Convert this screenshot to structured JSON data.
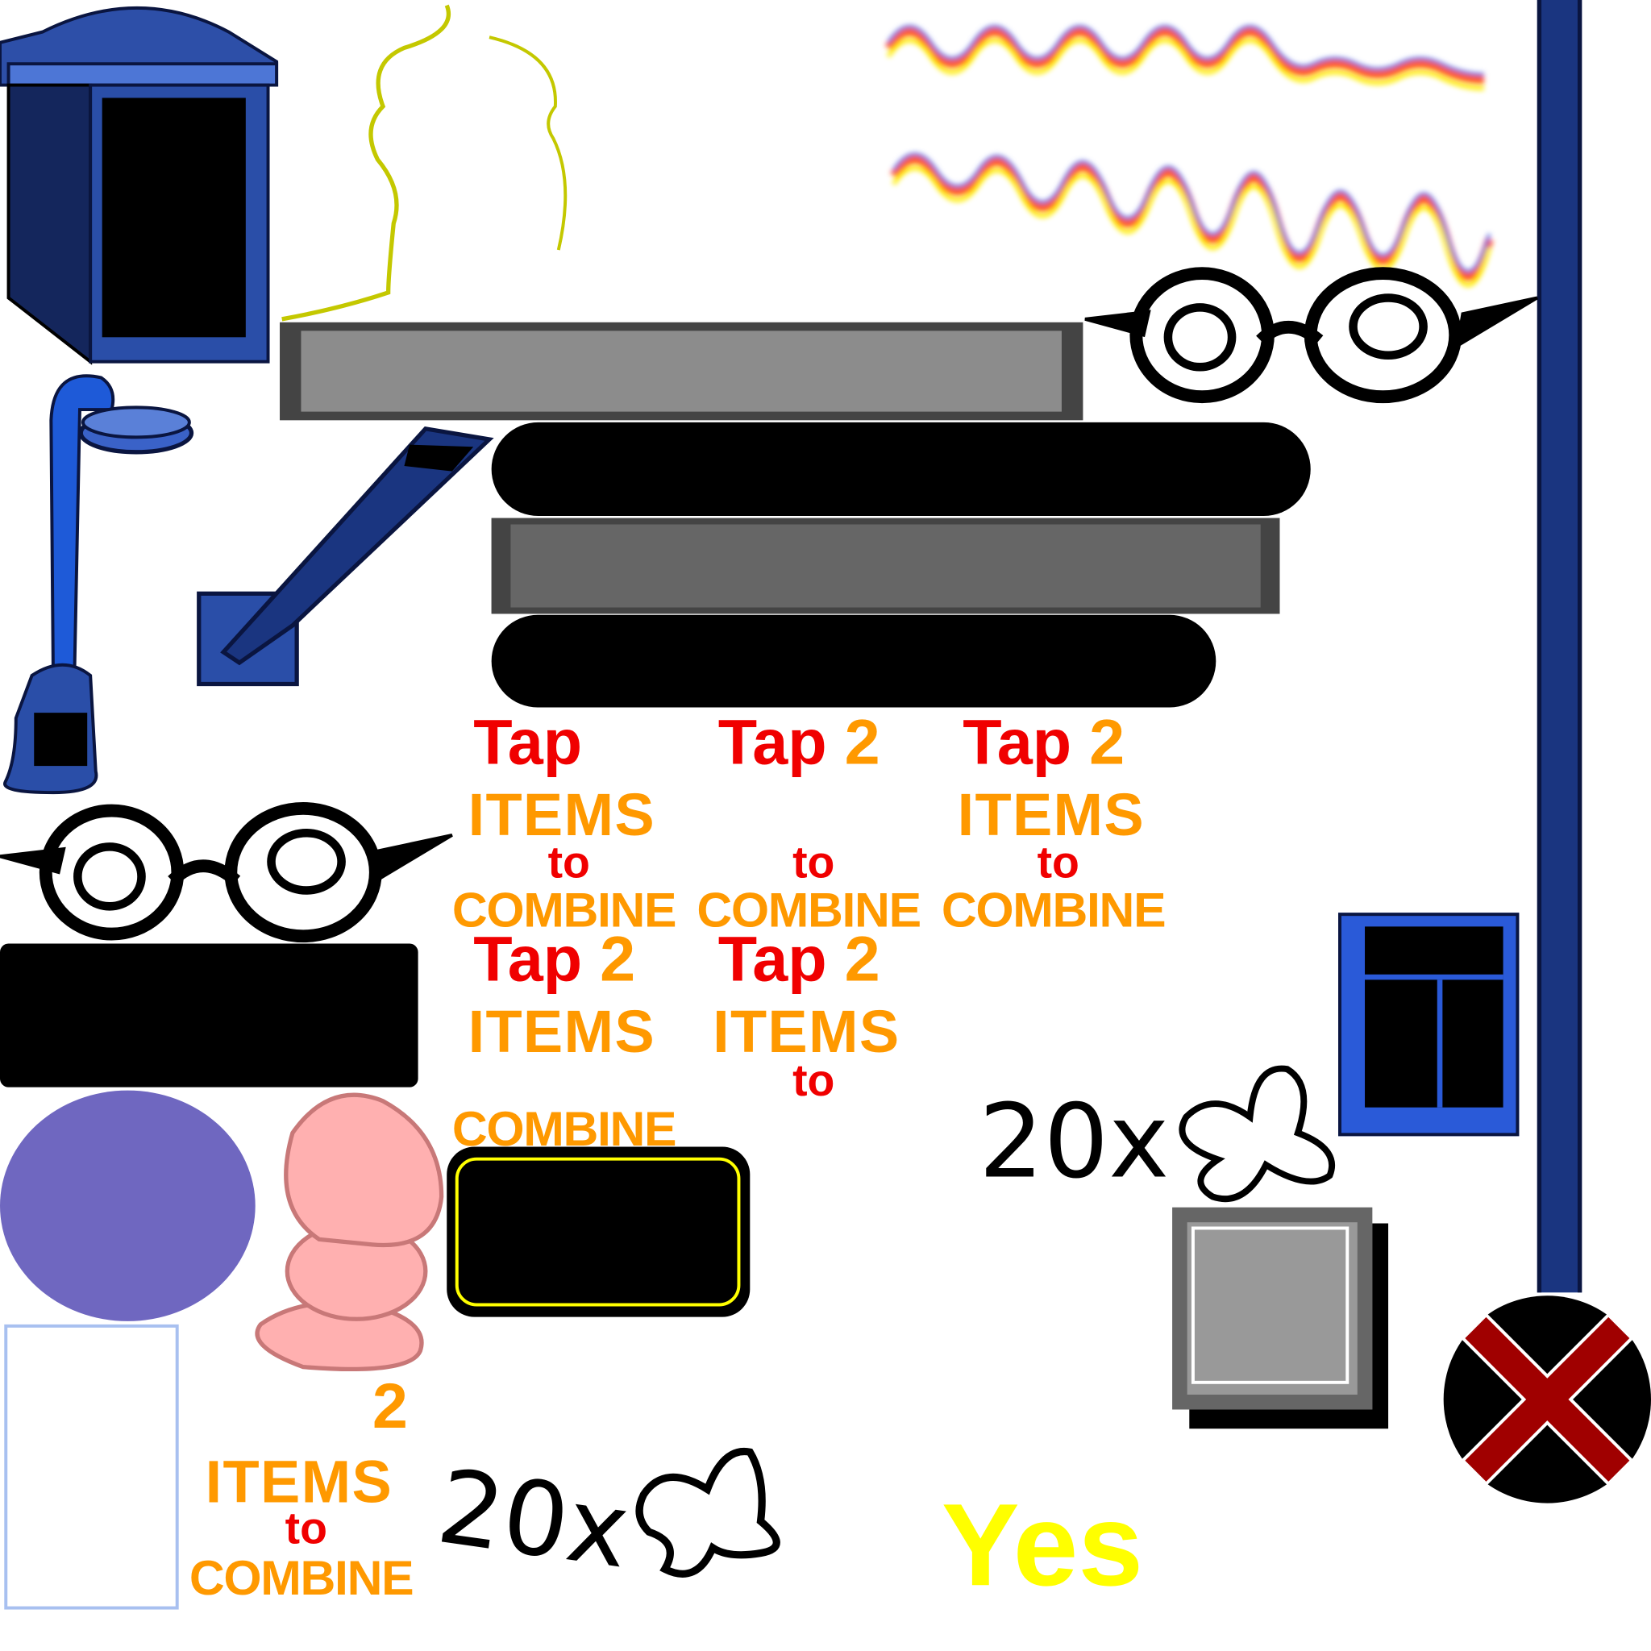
{
  "labels": {
    "tap": "Tap",
    "tap2": "Tap 2",
    "two": "2",
    "items": "ITEMS",
    "to": "to",
    "combine": "COMBINE",
    "count": "20x",
    "yes": "Yes"
  },
  "colors": {
    "red": "#f00000",
    "orange": "#ff9900",
    "yellow": "#ffff00",
    "navy": "#1a3580",
    "purple": "#6f67c0",
    "pink": "#ffb0b0"
  }
}
